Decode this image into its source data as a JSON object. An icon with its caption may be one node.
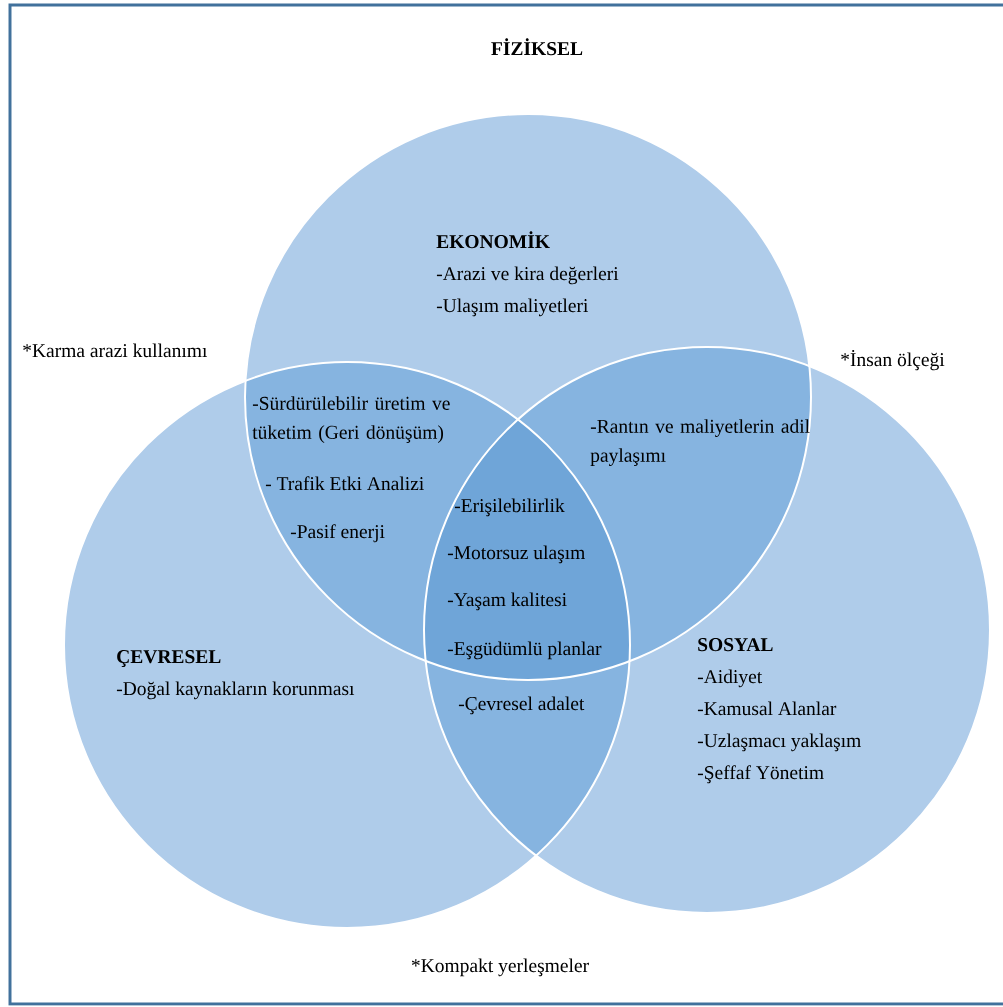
{
  "diagram": {
    "nodes": [
      {
        "text": [
          "EKONOMİK",
          "-Arazi ve kira değerleri",
          "-Ulaşım maliyetleri"
        ]
      },
      {
        "text": [
          "ÇEVRESEL",
          "-Doğal kaynakların korunması"
        ]
      },
      {
        "text": [
          "SOSYAL",
          "-Aidiyet",
          "-Kamusal Alanlar",
          "-Uzlaşmacı yaklaşım",
          "-Şeffaf Yönetim"
        ]
      }
    ],
    "labels": [
      "FİZİKSEL",
      "*Karma arazi kullanımı",
      "*İnsan ölçeği",
      "-Sürdürülebilir üretim ve tüketim (Geri dönüşüm)",
      "-Rantın ve maliyetlerin adil paylaşımı",
      "- Trafik Etki Analizi",
      "-Erişilebilirlik",
      "-Pasif enerji",
      "-Motorsuz ulaşım",
      "-Yaşam kalitesi",
      "-Eşgüdümlü planlar",
      "-Çevresel adalet",
      "*Kompakt yerleşmeler"
    ]
  }
}
